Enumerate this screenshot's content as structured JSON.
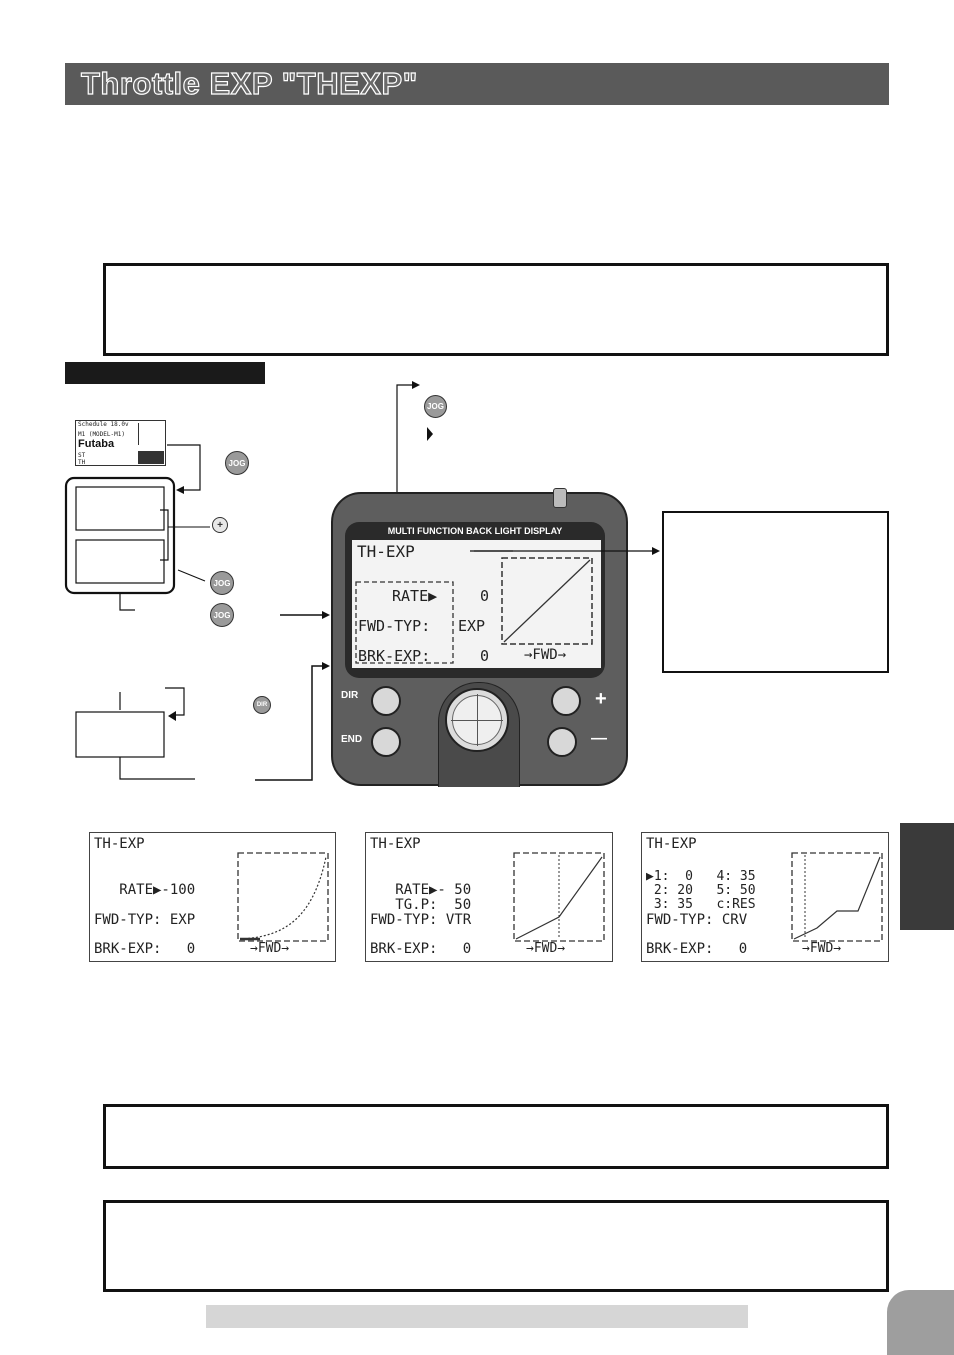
{
  "header": {
    "title": "Throttle EXP  \"THEXP\""
  },
  "home_screen": {
    "line1": "Schedule 18.0v",
    "line2": "M1 (MODEL-M1)",
    "logo": "Futaba",
    "line3": "ST",
    "line4": "TH"
  },
  "buttons": {
    "jog": "JOG",
    "plus": "+",
    "dir": "DIR"
  },
  "transmitter": {
    "banner": "MULTI FUNCTION BACK LIGHT DISPLAY",
    "dir_label": "DIR",
    "end_label": "END",
    "plus_label": "+",
    "minus_label": "—"
  },
  "main_lcd": {
    "title": "TH-EXP",
    "rate_label": "RATE▶",
    "rate_value": "0",
    "fwd_label": "FWD-TYP:",
    "fwd_value": "EXP",
    "brk_label": "BRK-EXP:",
    "brk_value": "0",
    "graph_label": "→FWD→"
  },
  "example_screens": [
    {
      "title": "TH-EXP",
      "line1": "   RATE▶-100",
      "line2": "FWD-TYP: EXP",
      "line3": "BRK-EXP:   0",
      "graph_label": "→FWD→"
    },
    {
      "title": "TH-EXP",
      "line1": "   RATE▶- 50",
      "line2": "   TG.P:  50",
      "line3": "FWD-TYP: VTR",
      "line4": "BRK-EXP:   0",
      "graph_label": "→FWD→"
    },
    {
      "title": "TH-EXP",
      "line1": "▶1:  0   4: 35",
      "line2": " 2: 20   5: 50",
      "line3": " 3: 35   c:RES",
      "line4": "FWD-TYP: CRV",
      "line5": "BRK-EXP:   0",
      "graph_label": "→FWD→"
    }
  ],
  "colors": {
    "title_bar": "#5a5a5a",
    "dark_tab": "#3a3a3a",
    "page_tab": "#9e9e9e",
    "footer_bar": "#d6d6d6",
    "button_grey": "#9a9a9a"
  }
}
